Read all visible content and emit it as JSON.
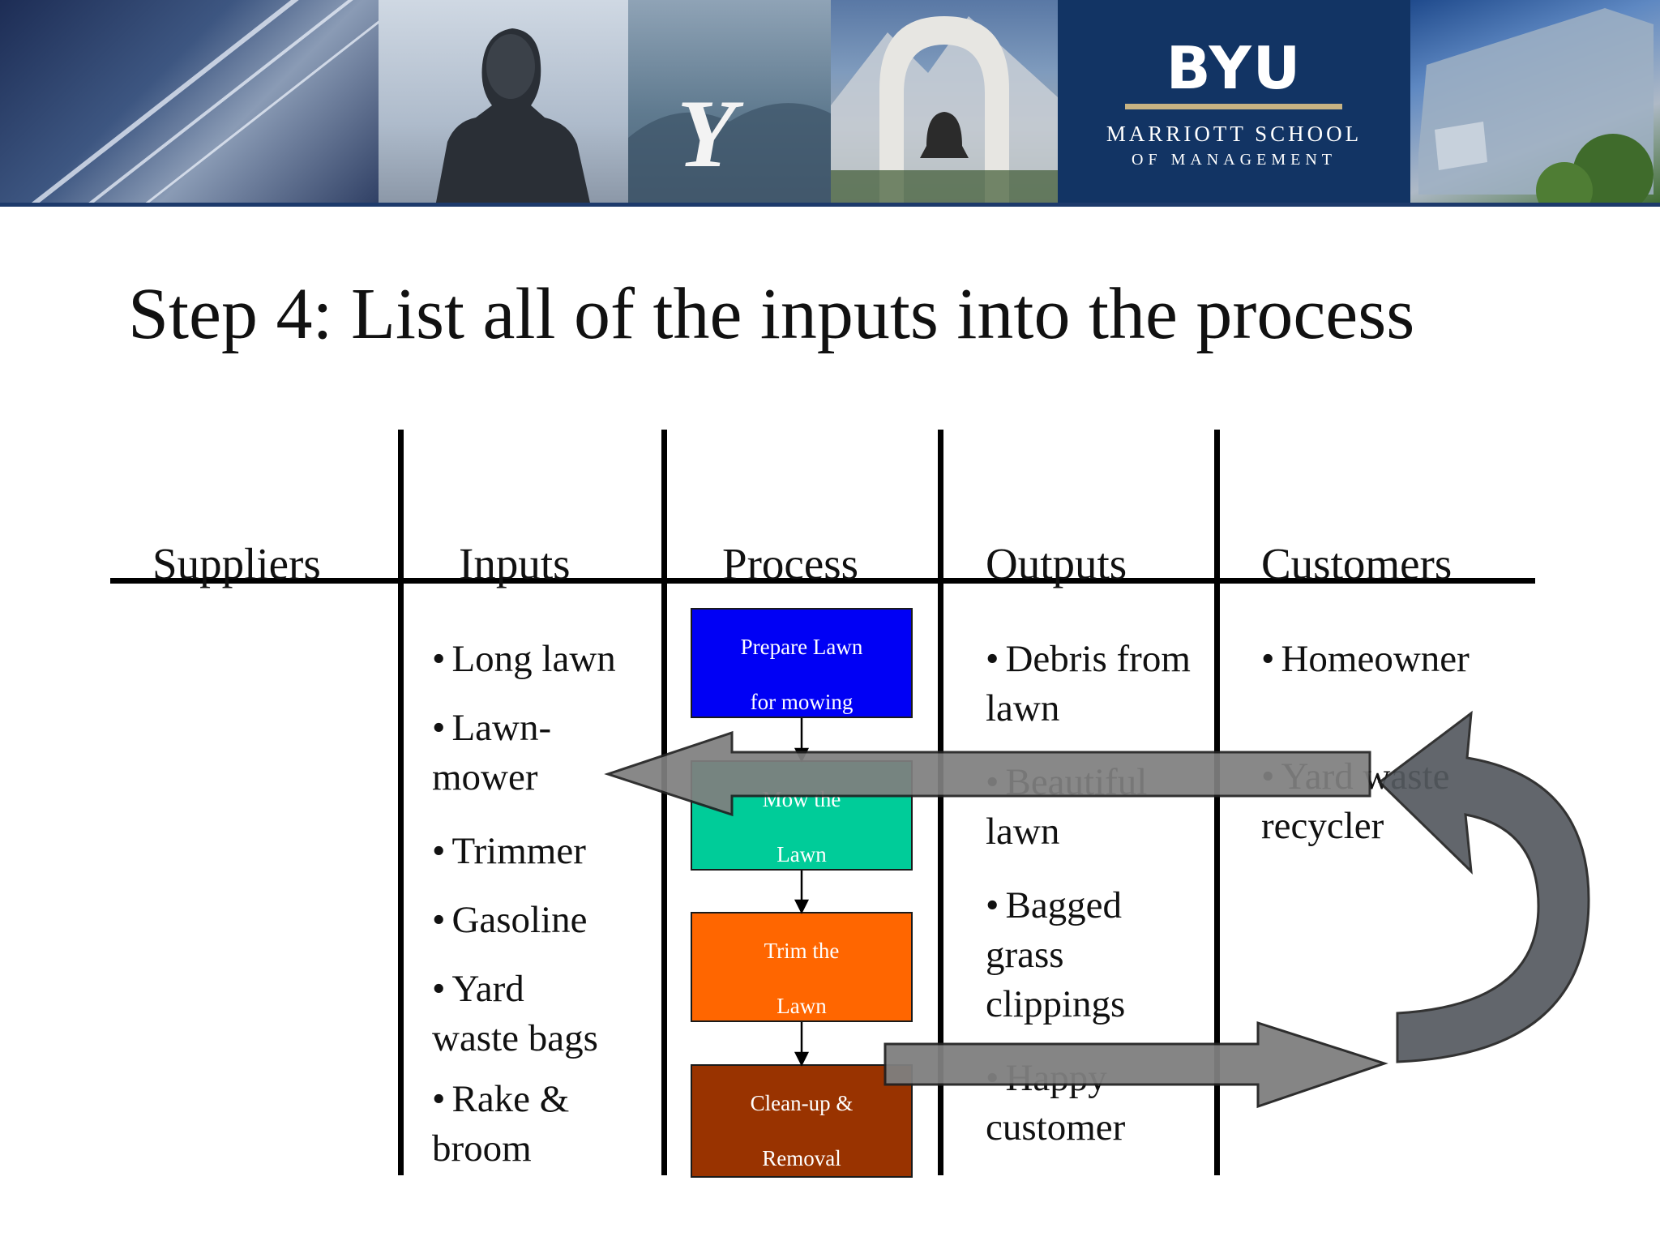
{
  "banner": {
    "logo_main": "BYU",
    "logo_line1": "MARRIOTT SCHOOL",
    "logo_line2": "OF MANAGEMENT",
    "logo_color": "#123464",
    "accent_color": "#c7b383"
  },
  "title": "Step 4: List all of the inputs into the process",
  "columns": {
    "suppliers": "Suppliers",
    "inputs": "Inputs",
    "process": "Process",
    "outputs": "Outputs",
    "customers": "Customers"
  },
  "inputs": [
    "Long lawn",
    "Lawn-mower",
    "Trimmer",
    "Gasoline",
    "Yard waste bags",
    "Rake & broom"
  ],
  "process_steps": [
    {
      "line1": "Prepare Lawn",
      "line2": "for mowing",
      "color": "#0000f5"
    },
    {
      "line1": "Mow the",
      "line2": "Lawn",
      "color": "#00cc99"
    },
    {
      "line1": "Trim the",
      "line2": "Lawn",
      "color": "#ff6600"
    },
    {
      "line1": "Clean-up &",
      "line2": "Removal",
      "color": "#993300"
    }
  ],
  "outputs": [
    "Debris from lawn",
    "Beautiful lawn",
    "Bagged grass clippings",
    "Happy customer"
  ],
  "customers": [
    "Homeowner",
    "Yard waste recycler"
  ],
  "arrow_color": "#7f7f7f",
  "bullet_glyph": "•"
}
